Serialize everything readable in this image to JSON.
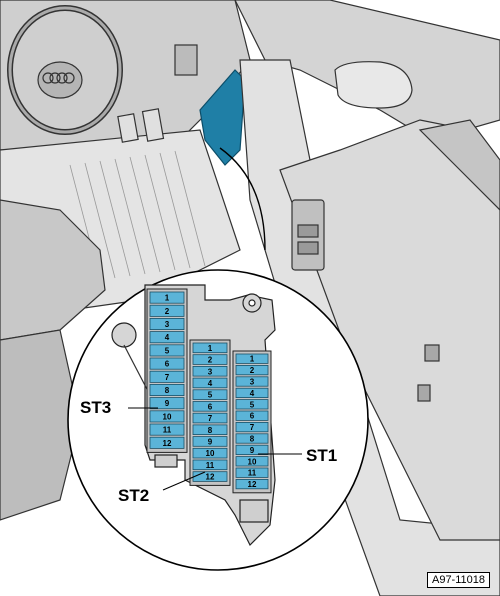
{
  "labels": {
    "st1": "ST1",
    "st2": "ST2",
    "st3": "ST3"
  },
  "reference": "A97-11018",
  "fuse_strips": {
    "st3": [
      "1",
      "2",
      "3",
      "4",
      "5",
      "6",
      "7",
      "8",
      "9",
      "10",
      "11",
      "12"
    ],
    "st2": [
      "1",
      "2",
      "3",
      "4",
      "5",
      "6",
      "7",
      "8",
      "9",
      "10",
      "11",
      "12"
    ],
    "st1": [
      "1",
      "2",
      "3",
      "4",
      "5",
      "6",
      "7",
      "8",
      "9",
      "10",
      "11",
      "12"
    ]
  },
  "colors": {
    "fuse": "#5bb4d8",
    "highlight": "#1f7fa6",
    "line": "#000000"
  }
}
